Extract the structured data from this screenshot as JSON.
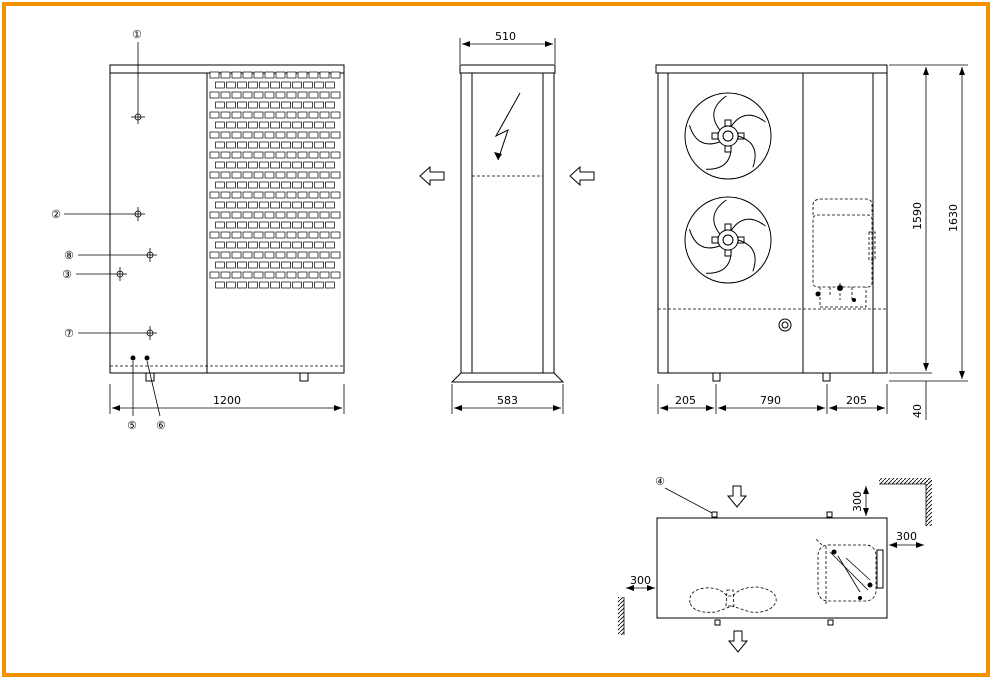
{
  "border_color": "#f39200",
  "dimensions": {
    "front_width": "1200",
    "side_top_width": "510",
    "side_base_width": "583",
    "back_left_offset": "205",
    "back_fan_width": "790",
    "back_right_offset": "205",
    "height_body": "1590",
    "height_total": "1630",
    "foot_height": "40",
    "clearance_top": "300",
    "clearance_right": "300",
    "clearance_left": "300"
  },
  "connection_markers": [
    "①",
    "②",
    "⑧",
    "③",
    "⑦",
    "⑤",
    "⑥",
    "④"
  ],
  "icons": {
    "electric": "lightning-bolt-icon",
    "airflow": "airflow-arrow-icon",
    "fan": "fan-icon",
    "compressor": "compressor-icon",
    "gauge": "pressure-gauge-icon"
  }
}
